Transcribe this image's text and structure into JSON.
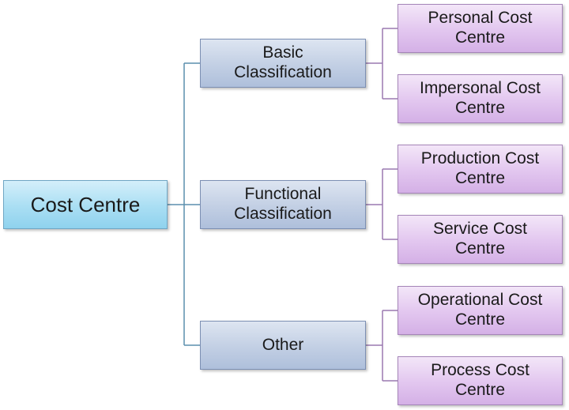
{
  "diagram": {
    "root": {
      "label": "Cost Centre"
    },
    "branches": [
      {
        "label": "Basic\nClassification",
        "children": [
          "Personal  Cost\nCentre",
          "Impersonal Cost\nCentre"
        ]
      },
      {
        "label": "Functional\nClassification",
        "children": [
          "Production Cost\nCentre",
          "Service Cost\nCentre"
        ]
      },
      {
        "label": "Other",
        "children": [
          "Operational Cost\nCentre",
          "Process Cost\nCentre"
        ]
      }
    ],
    "colors": {
      "root_fill": "#a9def3",
      "branch_fill": "#c2cfe4",
      "leaf_fill": "#e2c6ef",
      "root_connector": "#5b8fad",
      "leaf_connector": "#9a79b0"
    }
  }
}
